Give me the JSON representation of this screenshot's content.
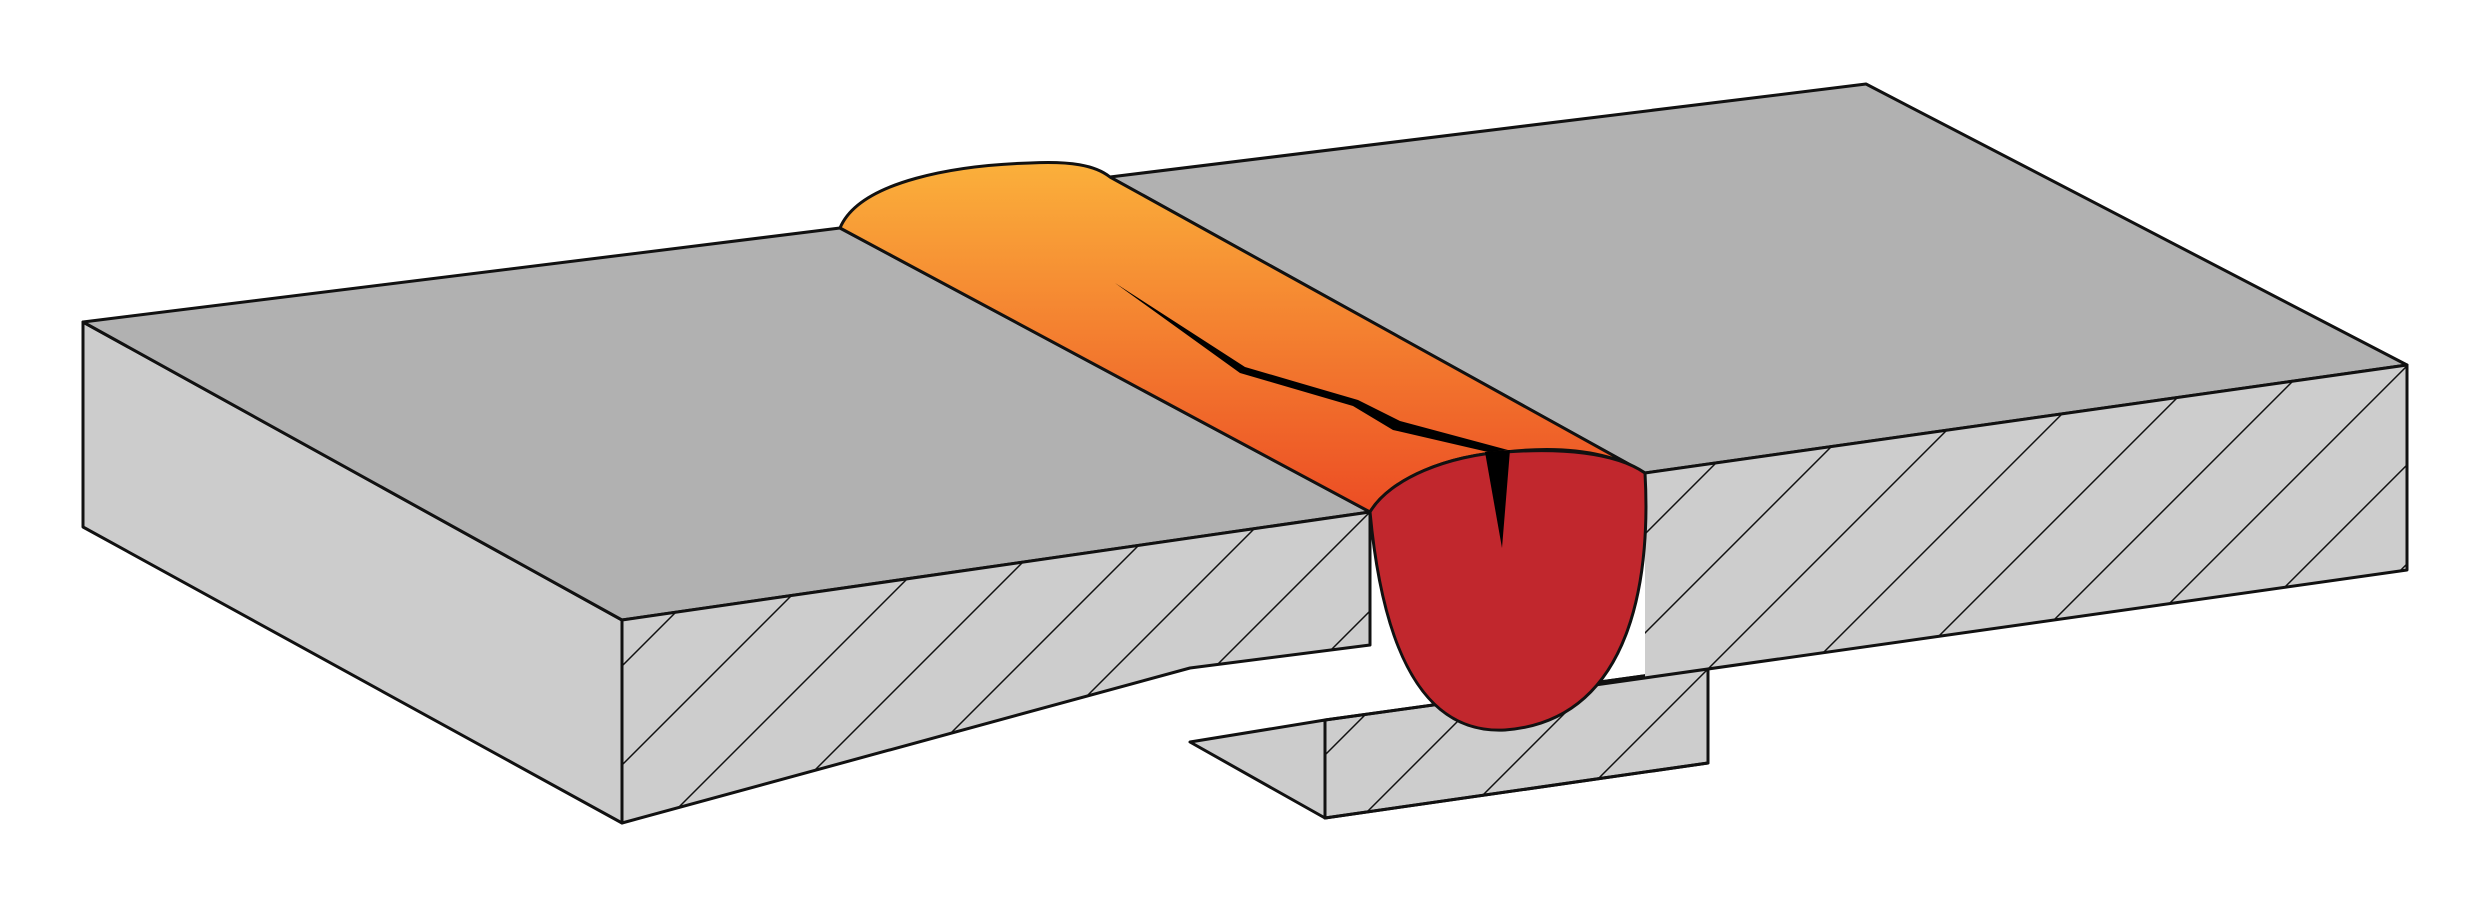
{
  "diagram": {
    "subject": "weld-joint-cross-section",
    "components": [
      "left-plate",
      "right-plate",
      "backing-strip",
      "weld-bead",
      "weld-cross-section",
      "centerline-crack"
    ],
    "colors": {
      "background": "#ffffff",
      "plate_top": "#b1b1b1",
      "plate_side": "#cccccc",
      "hatch_face": "#cdcdcd",
      "outline": "#111111",
      "bead_gradient_top": "#fbb03b",
      "bead_gradient_bottom": "#ec4d24",
      "weld_section": "#c1272d",
      "crack": "#000000"
    }
  }
}
